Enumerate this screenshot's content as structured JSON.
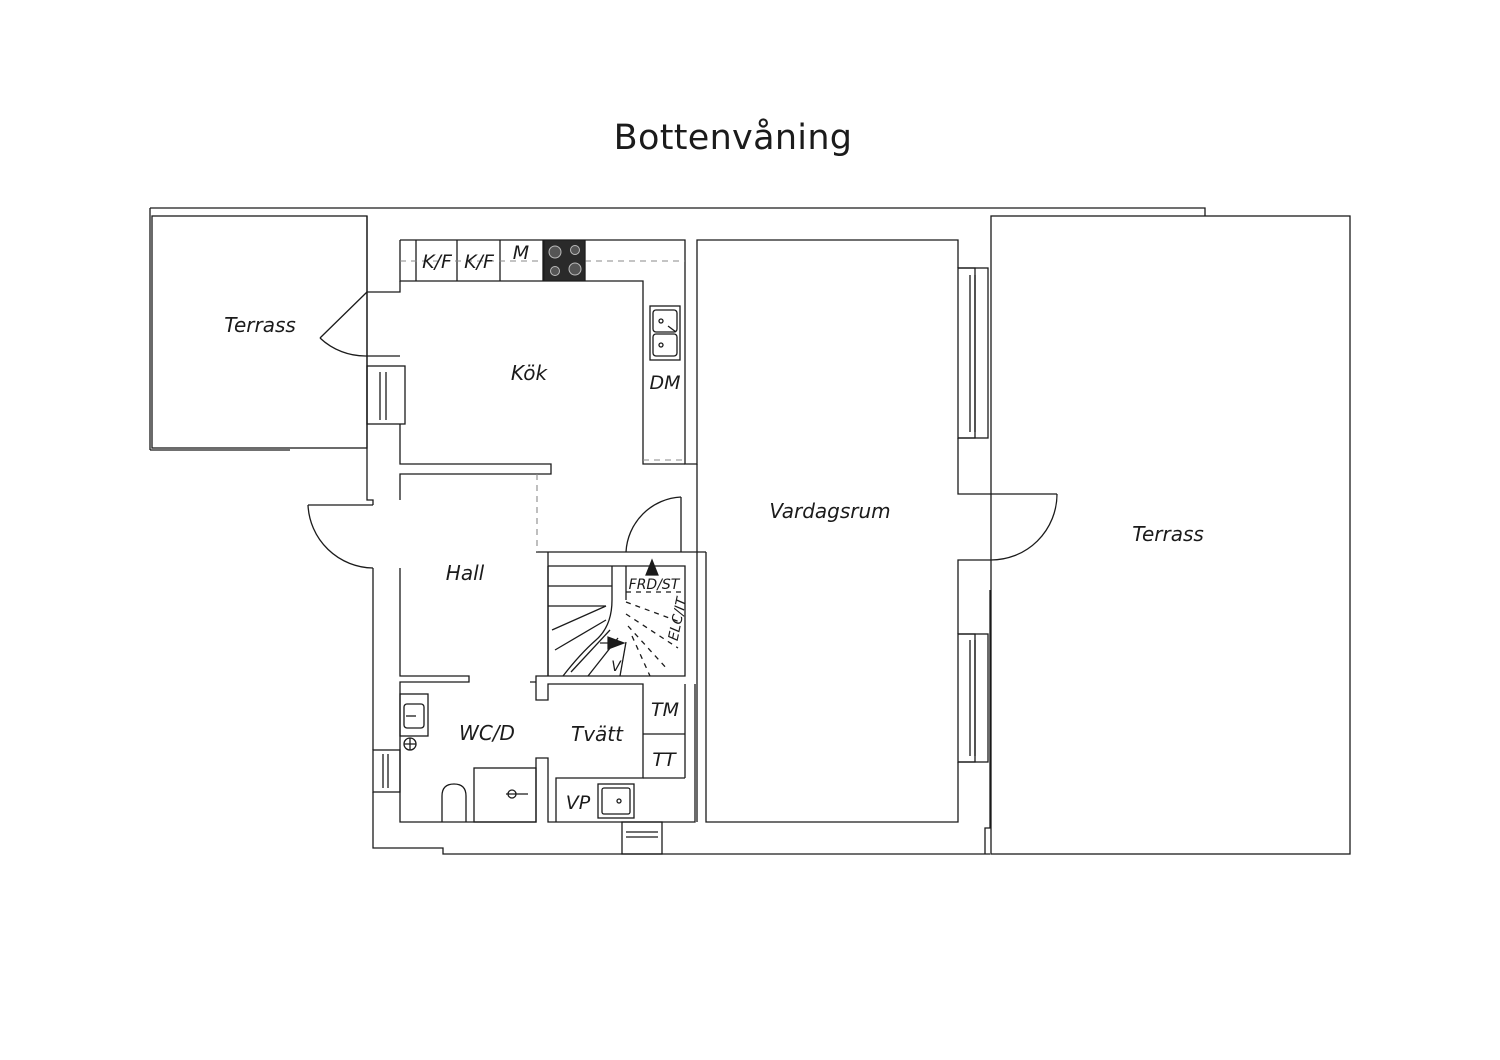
{
  "title": "Bottenvåning",
  "rooms": {
    "terrace_left": "Terrass",
    "kitchen": "Kök",
    "living_room": "Vardagsrum",
    "terrace_right": "Terrass",
    "hall": "Hall",
    "wc_shower": "WC/D",
    "laundry": "Tvätt"
  },
  "appliances": {
    "fridge_freezer_1": "K/F",
    "fridge_freezer_2": "K/F",
    "microwave": "M",
    "dishwasher": "DM",
    "washing_machine": "TM",
    "tumble_dryer": "TT",
    "water_heater": "VP"
  },
  "stairs": {
    "up_label": "FRD/ST",
    "down_label": "V",
    "electrical_label": "ELC/IT"
  },
  "colors": {
    "line": "#1b1b1b",
    "wall_fill": "#ffffff",
    "dash": "#8a8a8a"
  }
}
